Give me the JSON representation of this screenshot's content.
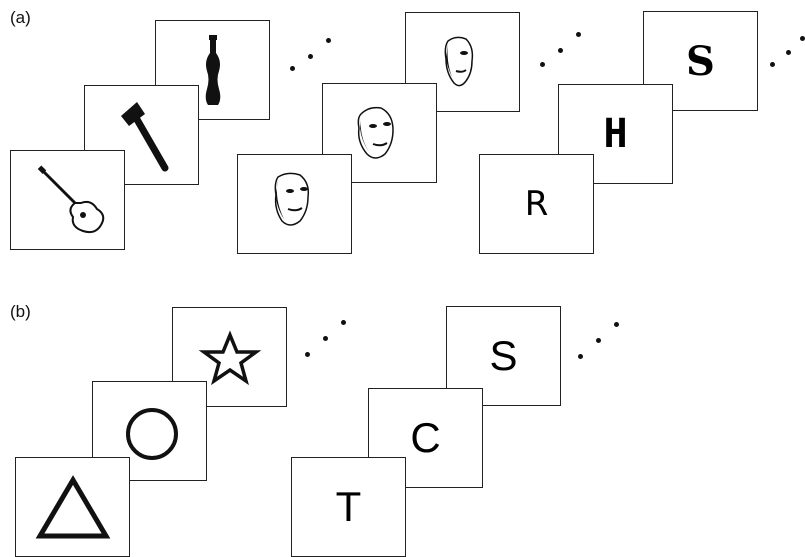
{
  "panel_a": {
    "label": "(a)",
    "sequence_1": {
      "stimuli": [
        "guitar-icon",
        "axe-icon",
        "bottle-icon"
      ]
    },
    "sequence_2": {
      "stimuli": [
        "face-icon",
        "face-icon",
        "face-icon"
      ]
    },
    "sequence_3": {
      "letters": [
        "R",
        "H",
        "S"
      ]
    }
  },
  "panel_b": {
    "label": "(b)",
    "sequence_1": {
      "stimuli": [
        "triangle-icon",
        "circle-icon",
        "star-icon"
      ]
    },
    "sequence_2": {
      "letters": [
        "T",
        "C",
        "S"
      ]
    }
  },
  "colors": {
    "ink": "#111111",
    "card_border": "#222222",
    "background": "#ffffff"
  }
}
